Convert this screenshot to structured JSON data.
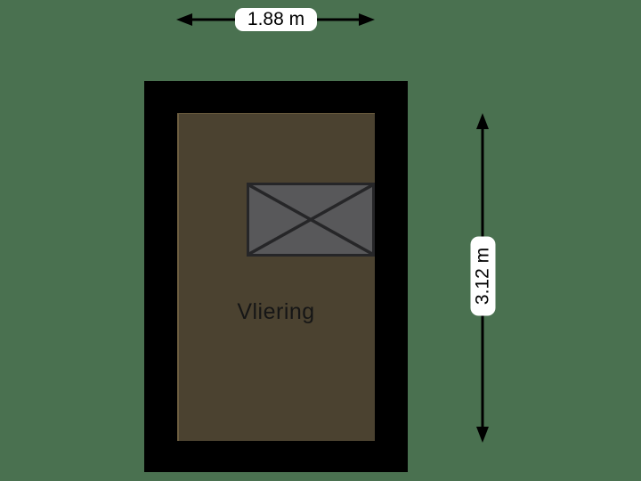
{
  "plan": {
    "room_label": "Vliering",
    "width_label": "1.88 m",
    "height_label": "3.12 m",
    "icons": {
      "void_marker": "diagonal-cross",
      "width_marker": "double-headed-arrow-horizontal",
      "height_marker": "double-headed-arrow-vertical"
    },
    "colors": {
      "background": "#4a7150",
      "wall": "#000000",
      "floor": "#4b4230",
      "floor_edge": "#6d5e40",
      "void_fill": "#58585a",
      "void_border": "#262628",
      "dimension": "#000000",
      "label_bg": "#ffffff",
      "label_text": "#000000",
      "room_text": "#161616"
    }
  }
}
